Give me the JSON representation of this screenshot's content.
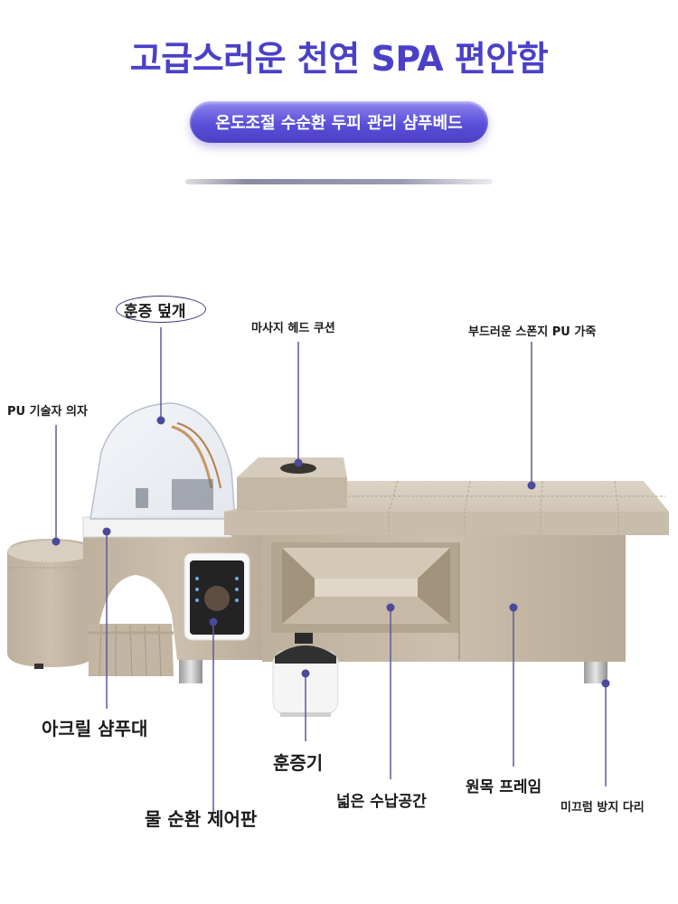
{
  "header": {
    "title": "고급스러운 천연 SPA 편안함",
    "subtitle": "온도조절 수순환 두피 관리 샴푸베드"
  },
  "labels": {
    "steam_cover": "훈증 덮개",
    "massage_cushion": "마사지 헤드 쿠션",
    "soft_sponge": "부드러운 스폰지 PU 가죽",
    "pu_stool": "PU 기술자 의자",
    "acrylic_basin": "아크릴 샴푸대",
    "steamer": "훈증기",
    "control_panel": "물 순환 제어판",
    "storage": "넓은 수납공간",
    "wood_frame": "원목 프레임",
    "anti_slip_legs": "미끄럼 방지 다리"
  },
  "colors": {
    "title": "#4a40c8",
    "pill": "#5a4fd8",
    "leather": "#cfc4b4",
    "leader_line": "#5a5a9a"
  }
}
